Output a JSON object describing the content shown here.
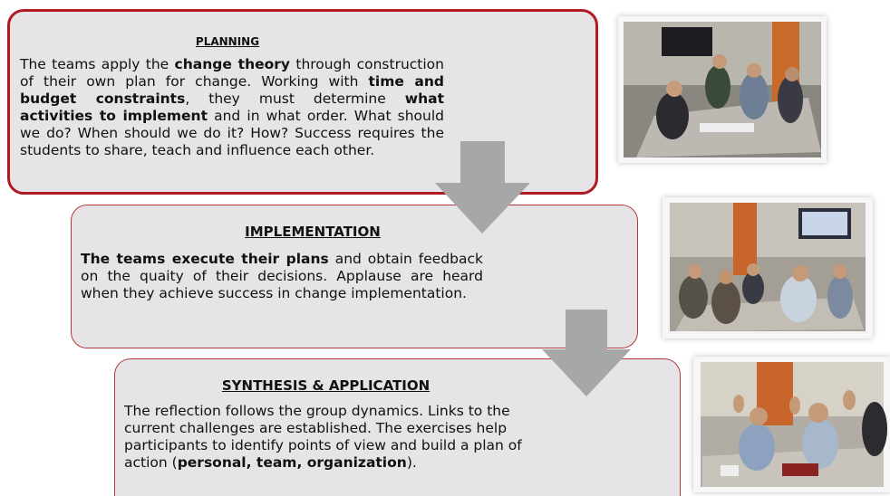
{
  "planning": {
    "title": "PLANNING",
    "segments": [
      {
        "text": "The teams apply the ",
        "bold": false
      },
      {
        "text": "change theory",
        "bold": true
      },
      {
        "text": " through construction of their own plan for change. Working with ",
        "bold": false
      },
      {
        "text": "time and budget constraints",
        "bold": true
      },
      {
        "text": ", they must determine ",
        "bold": false
      },
      {
        "text": "what activities to implement",
        "bold": true
      },
      {
        "text": " and in what order. What should we do? When should we do it? How? Success requires the students to share, teach and influence each other.",
        "bold": false
      }
    ]
  },
  "implementation": {
    "title": "IMPLEMENTATION",
    "segments": [
      {
        "text": "The teams execute their plans",
        "bold": true
      },
      {
        "text": " and obtain feedback on the quaity of their decisions. Applause are heard when they achieve success in change implementation.",
        "bold": false
      }
    ]
  },
  "synthesis": {
    "title": "SYNTHESIS & APPLICATION",
    "segments": [
      {
        "text": "The reflection follows the group dynamics.  Links to the current challenges are established. The exercises help participants to identify points of view and build a plan of action (",
        "bold": false
      },
      {
        "text": "personal, team, organization",
        "bold": true
      },
      {
        "text": ").",
        "bold": false
      }
    ]
  },
  "colors": {
    "box_fill": "#e6e4e6",
    "box_border_active": "#b01a22",
    "box_border": "#b23a3a",
    "arrow": "#a7a7a7"
  }
}
